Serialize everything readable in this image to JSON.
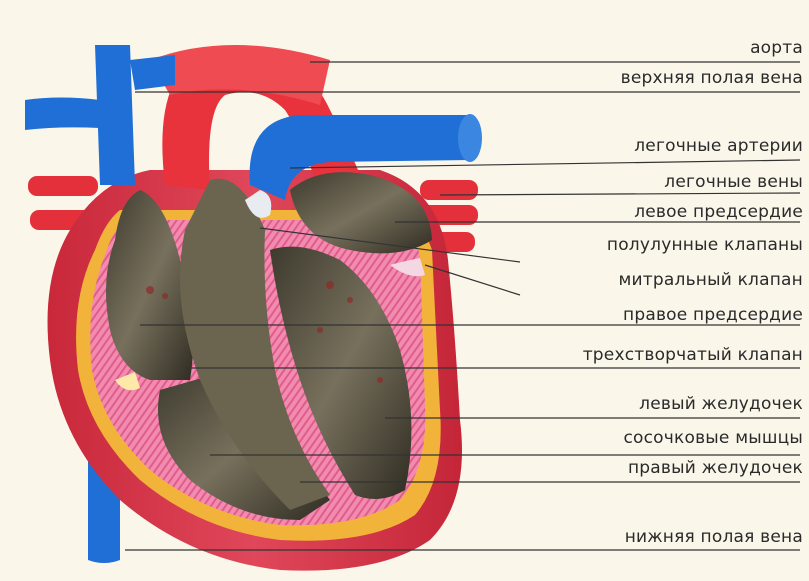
{
  "labels": [
    "аорта",
    "верхняя полая вена",
    "легочные артерии",
    "легочные вены",
    "левое предсердие",
    "полулунные клапаны",
    "митральный клапан",
    "правое предсердие",
    "трехстворчатый клапан",
    "левый желудочек",
    "сосочковые мышцы",
    "правый желудочек",
    "нижняя полая вена"
  ],
  "colors": {
    "background": "#fbf6ea",
    "artery_red": "#e8333c",
    "vein_blue": "#1e6fd4",
    "heart_muscle": "#d9344a",
    "endocardium_pink": "#f07ca0",
    "chamber_dark": "#5a5645",
    "fat_yellow": "#f2b33a",
    "leader_line": "#333333"
  }
}
